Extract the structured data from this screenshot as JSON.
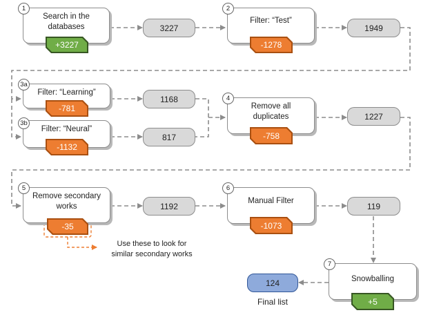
{
  "steps": [
    {
      "id": "1",
      "label_lines": [
        "Search in the",
        "databases"
      ],
      "delta": "+3227",
      "count": "3227"
    },
    {
      "id": "2",
      "label_lines": [
        "Filter: “Test”"
      ],
      "delta": "-1278",
      "count": "1949"
    },
    {
      "id": "3a",
      "label_lines": [
        "Filter: “Learning”"
      ],
      "delta": "-781",
      "count": "1168"
    },
    {
      "id": "3b",
      "label_lines": [
        "Filter: “Neural”"
      ],
      "delta": "-1132",
      "count": "817"
    },
    {
      "id": "4",
      "label_lines": [
        "Remove all",
        "duplicates"
      ],
      "delta": "-758",
      "count": "1227"
    },
    {
      "id": "5",
      "label_lines": [
        "Remove secondary",
        "works"
      ],
      "delta": "-35",
      "count": "1192"
    },
    {
      "id": "6",
      "label_lines": [
        "Manual Filter"
      ],
      "delta": "-1073",
      "count": "119"
    },
    {
      "id": "7",
      "label_lines": [
        "Snowballing"
      ],
      "delta": "+5",
      "count": "124"
    }
  ],
  "secondary_note_lines": [
    "Use these to look for",
    "similar secondary works"
  ],
  "final_label": "Final list",
  "colors": {
    "minus_fill": "#ed7d31",
    "minus_border": "#a94f10",
    "plus_fill": "#70ad47",
    "plus_border": "#375623",
    "count_fill": "#d9d9d9",
    "final_fill": "#8eaadb",
    "final_border": "#2f5597",
    "arrow": "#8c8c8c",
    "note_arrow": "#ed7d31"
  }
}
